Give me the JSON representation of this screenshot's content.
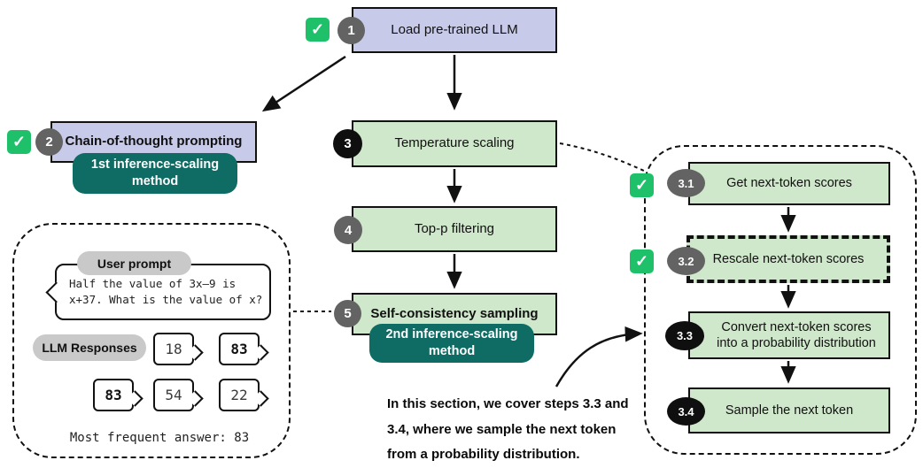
{
  "icons": {
    "check": "✓"
  },
  "palette": {
    "lavender": "#c7cae9",
    "light_green": "#cfe7ca",
    "teal_badge": "#0e6c64",
    "check_green": "#1fc06a",
    "circle_gray": "#636363",
    "circle_black": "#0f0f0f",
    "pill_gray": "#c9c9c9"
  },
  "flow": {
    "step1_num": "1",
    "step1_label": "Load pre-trained LLM",
    "step2_num": "2",
    "step2_label": "Chain-of-thought prompting",
    "badge1": "1st inference-scaling method",
    "step3_num": "3",
    "step3_label": "Temperature scaling",
    "step4_num": "4",
    "step4_label": "Top-p filtering",
    "step5_num": "5",
    "step5_label": "Self-consistency sampling",
    "badge2": "2nd inference-scaling method"
  },
  "example": {
    "user_prompt_title": "User prompt",
    "prompt_line1": "Half the value of 3x–9 is",
    "prompt_line2": "x+37. What is the value of x?",
    "responses_title": "LLM Responses",
    "responses": [
      "18",
      "83",
      "83",
      "54",
      "22"
    ],
    "most_frequent": "Most frequent answer: 83"
  },
  "detail": {
    "steps": [
      {
        "num": "3.1",
        "label": "Get next-token scores"
      },
      {
        "num": "3.2",
        "label": "Rescale next-token scores"
      },
      {
        "num": "3.3",
        "label": "Convert next-token scores into a probability distribution"
      },
      {
        "num": "3.4",
        "label": "Sample the next token"
      }
    ]
  },
  "annotation": {
    "lines": [
      "In this section, we cover steps 3.3 and",
      "3.4, where we sample the next token",
      "from a probability distribution."
    ]
  }
}
